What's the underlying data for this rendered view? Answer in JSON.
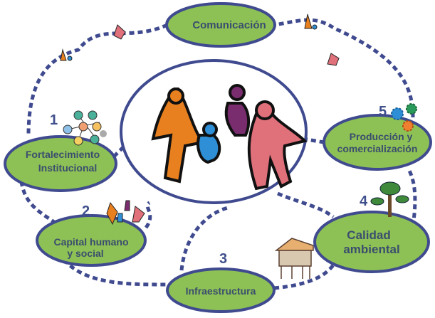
{
  "center": {
    "title": "Familia / comunidad"
  },
  "nodes": {
    "comunicacion": {
      "label": "Comunicación"
    },
    "fortalecimiento": {
      "number": "1",
      "line1": "Fortalecimiento",
      "line2": "Institucional"
    },
    "capital": {
      "number": "2",
      "line1": "Capital humano",
      "line2": "y social"
    },
    "infraestructura": {
      "number": "3",
      "label": "Infraestructura"
    },
    "calidad": {
      "number": "4",
      "line1": "Calidad",
      "line2": "ambiental"
    },
    "produccion": {
      "number": "5",
      "line1": "Producción y",
      "line2": "comercialización"
    }
  },
  "colors": {
    "node_fill": "#8dc155",
    "stroke": "#3f4a8f",
    "text": "#3b4d6e"
  }
}
